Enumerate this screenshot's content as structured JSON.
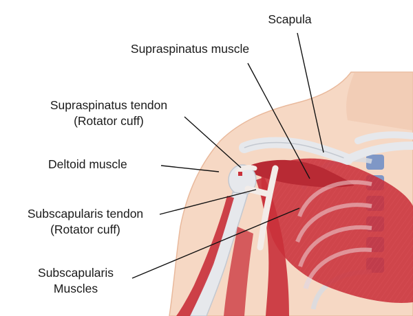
{
  "labels": {
    "scapula": "Scapula",
    "supraspinatus_muscle": "Supraspinatus muscle",
    "supraspinatus_tendon": [
      "Supraspinatus tendon",
      "(Rotator cuff)"
    ],
    "deltoid_muscle": "Deltoid muscle",
    "subscapularis_tendon": [
      "Subscapularis tendon",
      "(Rotator cuff)"
    ],
    "subscapularis_muscles": [
      "Subscapularis",
      "Muscles"
    ]
  },
  "colors": {
    "skin": "#f6d8c4",
    "skin_edge": "#e9b99c",
    "muscle": "#c9303a",
    "muscle_light": "#e0707a",
    "tendon": "#f3ece8",
    "bone": "#e6e8ec",
    "bone_edge": "#c3c8d0",
    "cartilage": "#a58cb8",
    "spine": "#7f97c6",
    "leader": "#111111"
  }
}
